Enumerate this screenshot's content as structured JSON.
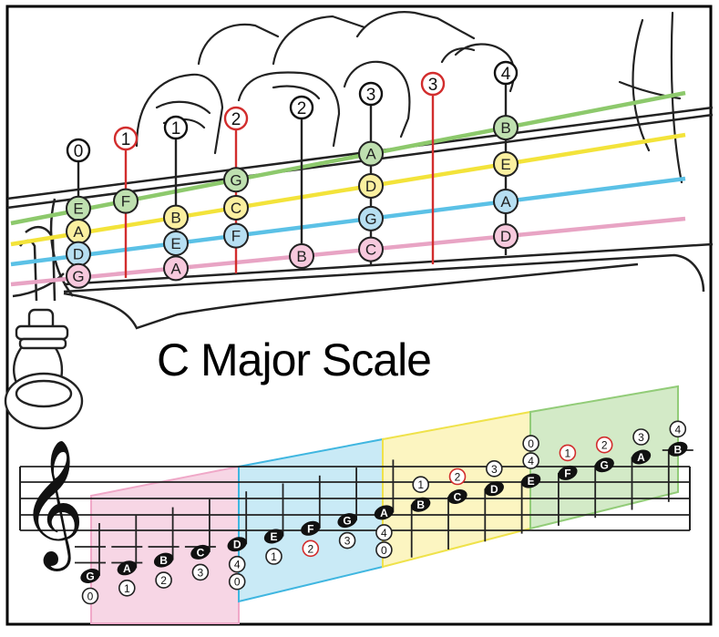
{
  "title": "C Major Scale",
  "colors": {
    "g_string": "#e8a4c4",
    "d_string": "#5bc1e6",
    "a_string": "#f3e33a",
    "e_string": "#8dc96c",
    "g_zone": "#f6cfe0",
    "d_zone": "#bfe6f4",
    "a_zone": "#fbf3b6",
    "e_zone": "#cbe6bd",
    "g_border": "#f0a8c8",
    "d_border": "#3fb6e0",
    "a_border": "#efe24a",
    "e_border": "#92cc78",
    "red_finger": "#d22d2d",
    "outline": "#1a1a1a"
  },
  "fingerboard": {
    "open_label": "0",
    "open_notes": [
      "E",
      "A",
      "D",
      "G"
    ],
    "fingers": [
      {
        "label": "1",
        "color": "red",
        "notes": [
          "F"
        ]
      },
      {
        "label": "1",
        "color": "black",
        "notes": [
          "B",
          "E",
          "A"
        ]
      },
      {
        "label": "2",
        "color": "red",
        "notes": [
          "G",
          "C",
          "F"
        ]
      },
      {
        "label": "2",
        "color": "black",
        "notes": [
          "B"
        ]
      },
      {
        "label": "3",
        "color": "black",
        "notes": [
          "A",
          "D",
          "G",
          "C"
        ]
      },
      {
        "label": "3",
        "color": "red",
        "notes": []
      },
      {
        "label": "4",
        "color": "black",
        "notes": [
          "B",
          "E",
          "A",
          "D"
        ]
      }
    ]
  },
  "staff": {
    "notes": [
      {
        "note": "G",
        "finger": "0",
        "zone": "g"
      },
      {
        "note": "A",
        "finger": "1",
        "zone": "g"
      },
      {
        "note": "B",
        "finger": "2",
        "zone": "g"
      },
      {
        "note": "C",
        "finger": "3",
        "zone": "g"
      },
      {
        "note": "D",
        "finger": "4",
        "finger_alt": "0",
        "zone": "d"
      },
      {
        "note": "E",
        "finger": "1",
        "zone": "d"
      },
      {
        "note": "F",
        "finger": "2",
        "zone": "d",
        "red": true
      },
      {
        "note": "G",
        "finger": "3",
        "zone": "d"
      },
      {
        "note": "A",
        "finger": "4",
        "finger_alt": "0",
        "zone": "a"
      },
      {
        "note": "B",
        "finger": "1",
        "zone": "a"
      },
      {
        "note": "C",
        "finger": "2",
        "zone": "a",
        "red": true
      },
      {
        "note": "D",
        "finger": "3",
        "zone": "a"
      },
      {
        "note": "E",
        "finger": "4",
        "finger_alt": "0",
        "zone": "e"
      },
      {
        "note": "F",
        "finger": "1",
        "zone": "e",
        "red": true
      },
      {
        "note": "G",
        "finger": "2",
        "zone": "e",
        "red": true
      },
      {
        "note": "A",
        "finger": "3",
        "zone": "e"
      },
      {
        "note": "B",
        "finger": "4",
        "zone": "e"
      }
    ]
  }
}
